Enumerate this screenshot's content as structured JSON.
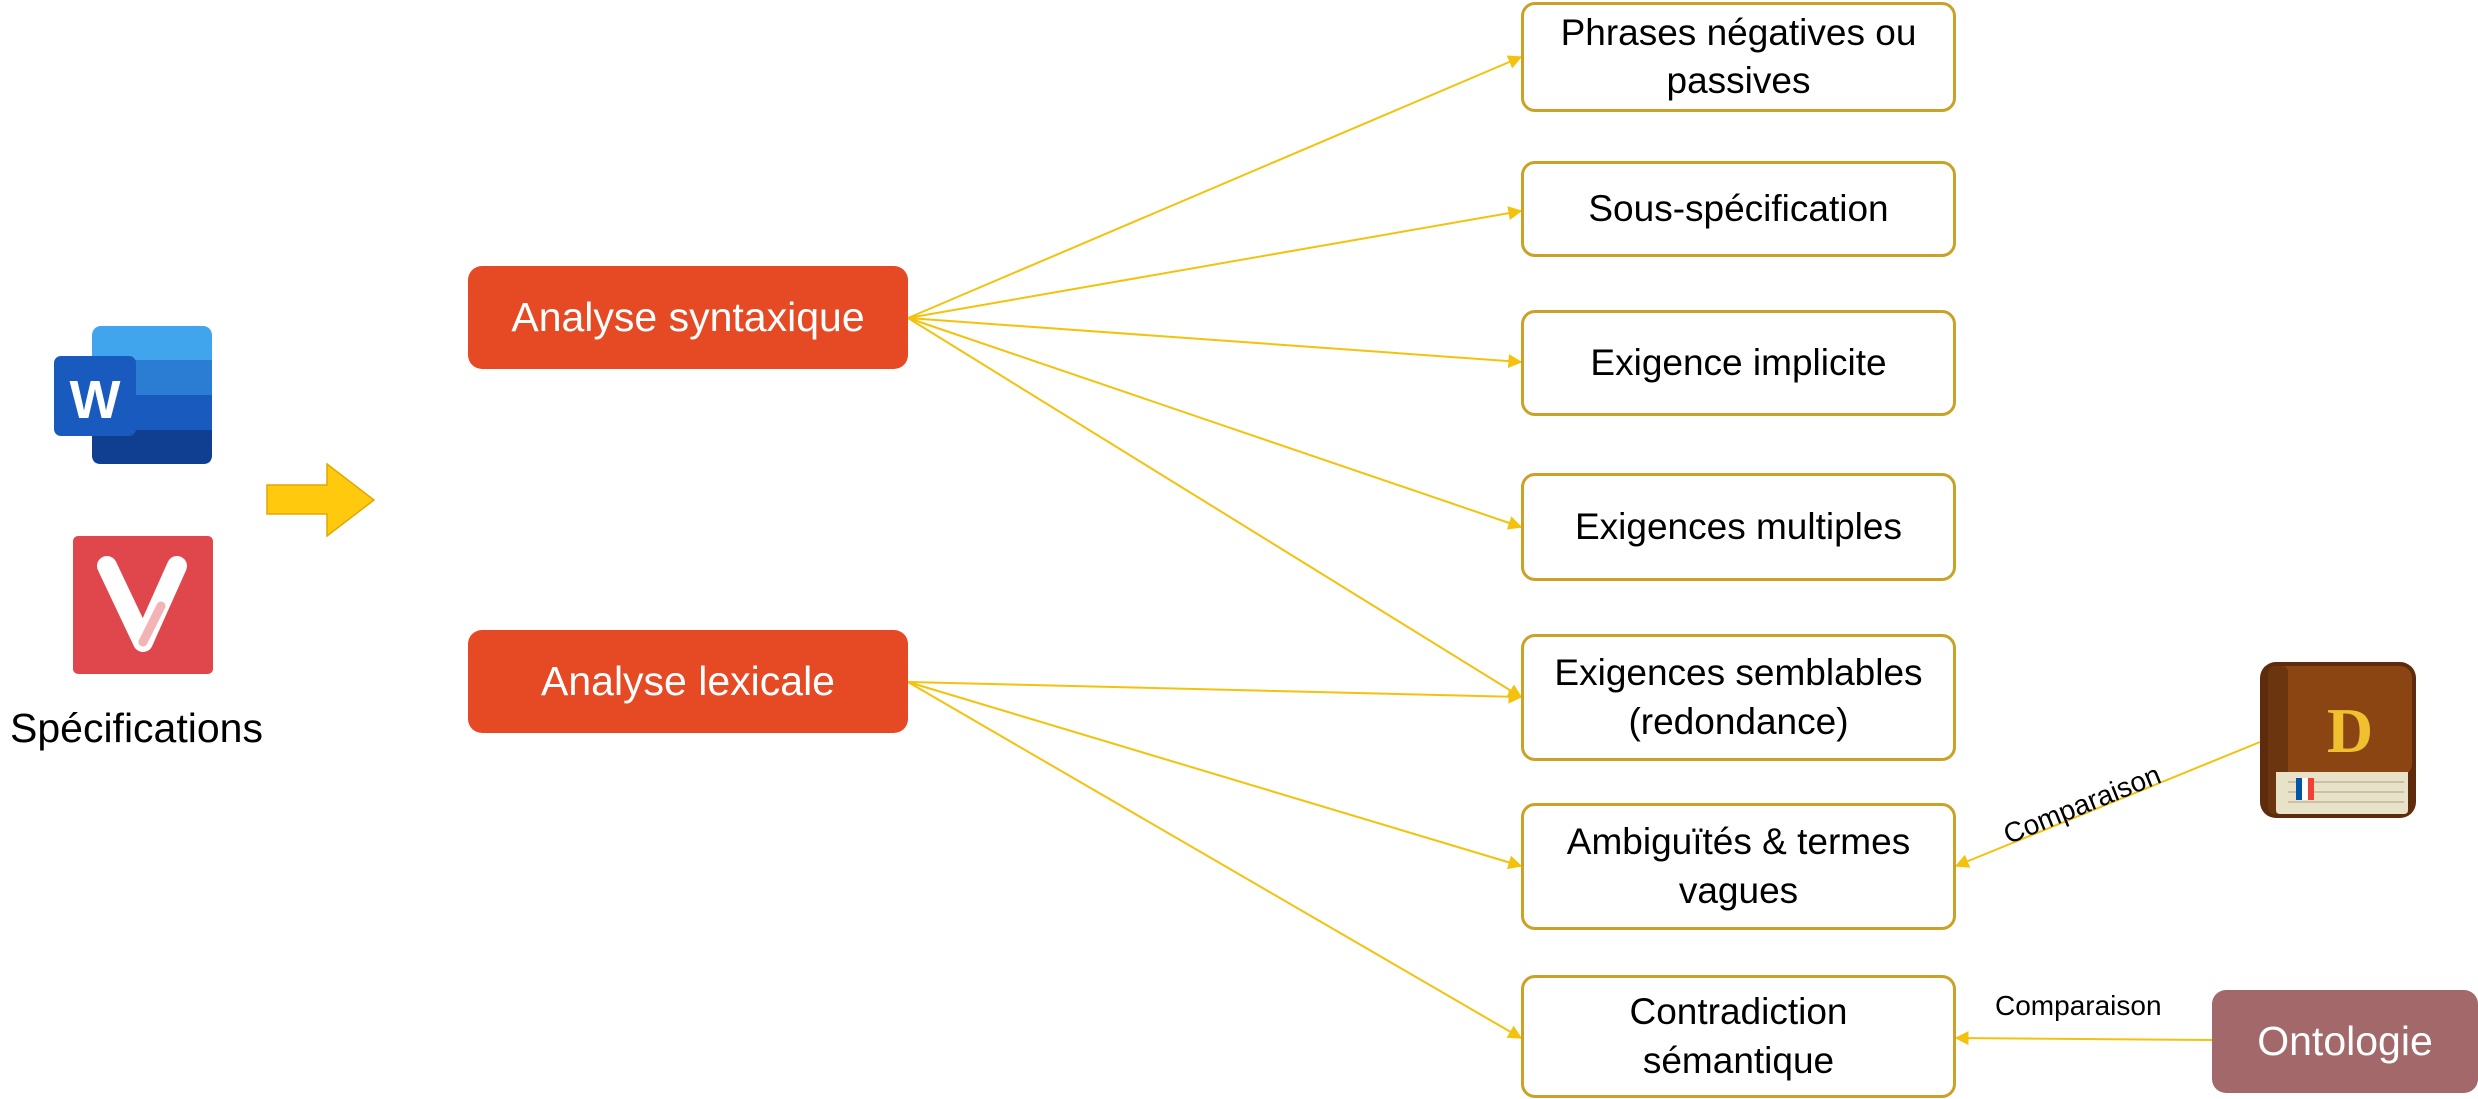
{
  "colors": {
    "process_fill": "#e64a24",
    "output_border": "#c9a227",
    "arrow": "#f4c20d",
    "big_arrow": "#ffc90e",
    "ontology_fill": "#a3686a",
    "word_blue": "#185abd",
    "word_light": "#41a5ee",
    "vectr_red": "#e0474c",
    "dict_brown": "#8b4513",
    "dict_letter": "#f0c030"
  },
  "inputs": {
    "word_icon": "word-document-icon",
    "word_letter": "W",
    "vectr_icon": "vectr-icon",
    "caption": "Spécifications",
    "flow_arrow_icon": "right-arrow-icon"
  },
  "processes": {
    "syntactic": "Analyse syntaxique",
    "lexical": "Analyse lexicale"
  },
  "outputs": {
    "negative_passive": "Phrases négatives ou\npassives",
    "under_specification": "Sous-spécification",
    "implicit": "Exigence implicite",
    "multiple": "Exigences multiples",
    "similar": "Exigences semblables\n(redondance)",
    "ambiguity": "Ambiguïtés & termes\nvagues",
    "contradiction": "Contradiction\nsémantique"
  },
  "resources": {
    "dictionary_icon": "dictionary-book-icon",
    "dictionary_letter": "D",
    "ontology": "Ontologie",
    "comparison_label_dictionary": "Comparaison",
    "comparison_label_ontology": "Comparaison"
  }
}
